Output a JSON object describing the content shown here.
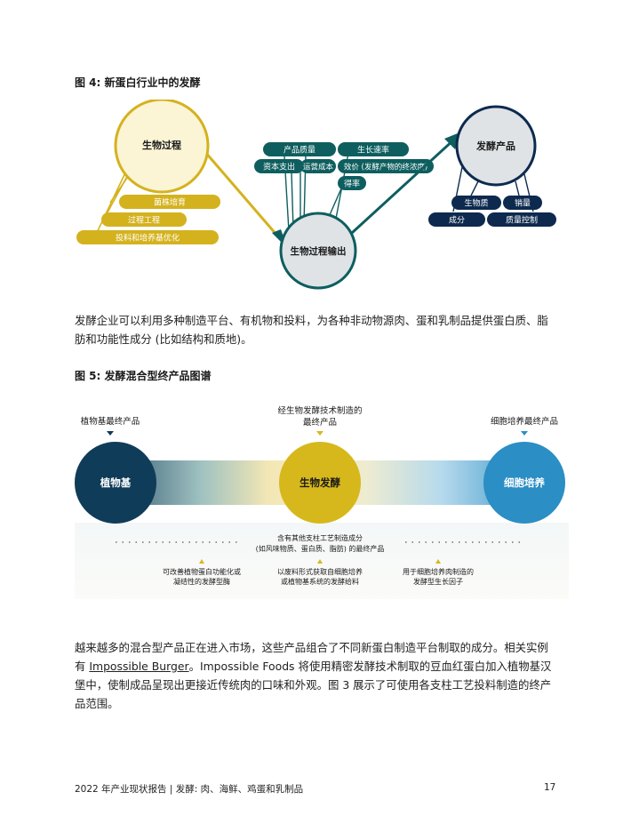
{
  "fig4": {
    "title": "图 4: 新蛋白行业中的发酵",
    "bioprocess": "生物过程",
    "bio_inputs": [
      "菌株培育",
      "过程工程",
      "投料和培养基优化"
    ],
    "output": "生物过程输出",
    "output_metrics": [
      "产品质量",
      "生长速率",
      "资本支出",
      "运营成本",
      "效价 (发酵产物的终浓度)",
      "得率"
    ],
    "product": "发酵产品",
    "product_attrs": [
      "生物质",
      "销量",
      "成分",
      "质量控制"
    ],
    "colors": {
      "gold": "#d4b21e",
      "teal": "#0e5e5f",
      "navy": "#0d2a4e",
      "cream": "#fbf4d5",
      "grey": "#dfe3e6"
    }
  },
  "para1": "发酵企业可以利用多种制造平台、有机物和投料，为各种非动物源肉、蛋和乳制品提供蛋白质、脂肪和功能性成分 (比如结构和质地)。",
  "fig5": {
    "title": "图 5: 发酵混合型终产品图谱",
    "top_left": "植物基最终产品",
    "top_center_1": "经生物发酵技术制造的",
    "top_center_2": "最终产品",
    "top_right": "细胞培养最终产品",
    "circle_left": "植物基",
    "circle_center": "生物发酵",
    "circle_right": "细胞培养",
    "mid_1": "含有其他支柱工艺制造成分",
    "mid_2": "(如风味物质、蛋白质、脂肪) 的最终产品",
    "bl_1": "可改善植物蛋白功能化或",
    "bl_2": "凝结性的发酵型酶",
    "bc_1": "以废料形式获取自细胞培养",
    "bc_2": "或植物基系统的发酵给料",
    "br_1": "用于细胞培养肉制造的",
    "br_2": "发酵型生长因子",
    "colors": {
      "navy": "#0f3c58",
      "gold": "#d7b81c",
      "blue": "#2b8ec4"
    }
  },
  "para2": {
    "p1": "越来越多的混合型产品正在进入市场，这些产品组合了不同新蛋白制造平台制取的成分。相关实例有 ",
    "link": "Impossible Burger",
    "p2": "。Impossible Foods 将使用精密发酵技术制取的豆血红蛋白加入植物基汉堡中，使制成品呈现出更接近传统肉的口味和外观。图 3 展示了可使用各支柱工艺投料制造的终产品范围。"
  },
  "footer": {
    "text": "2022 年产业现状报告 | 发酵: 肉、海鲜、鸡蛋和乳制品",
    "page": "17"
  }
}
